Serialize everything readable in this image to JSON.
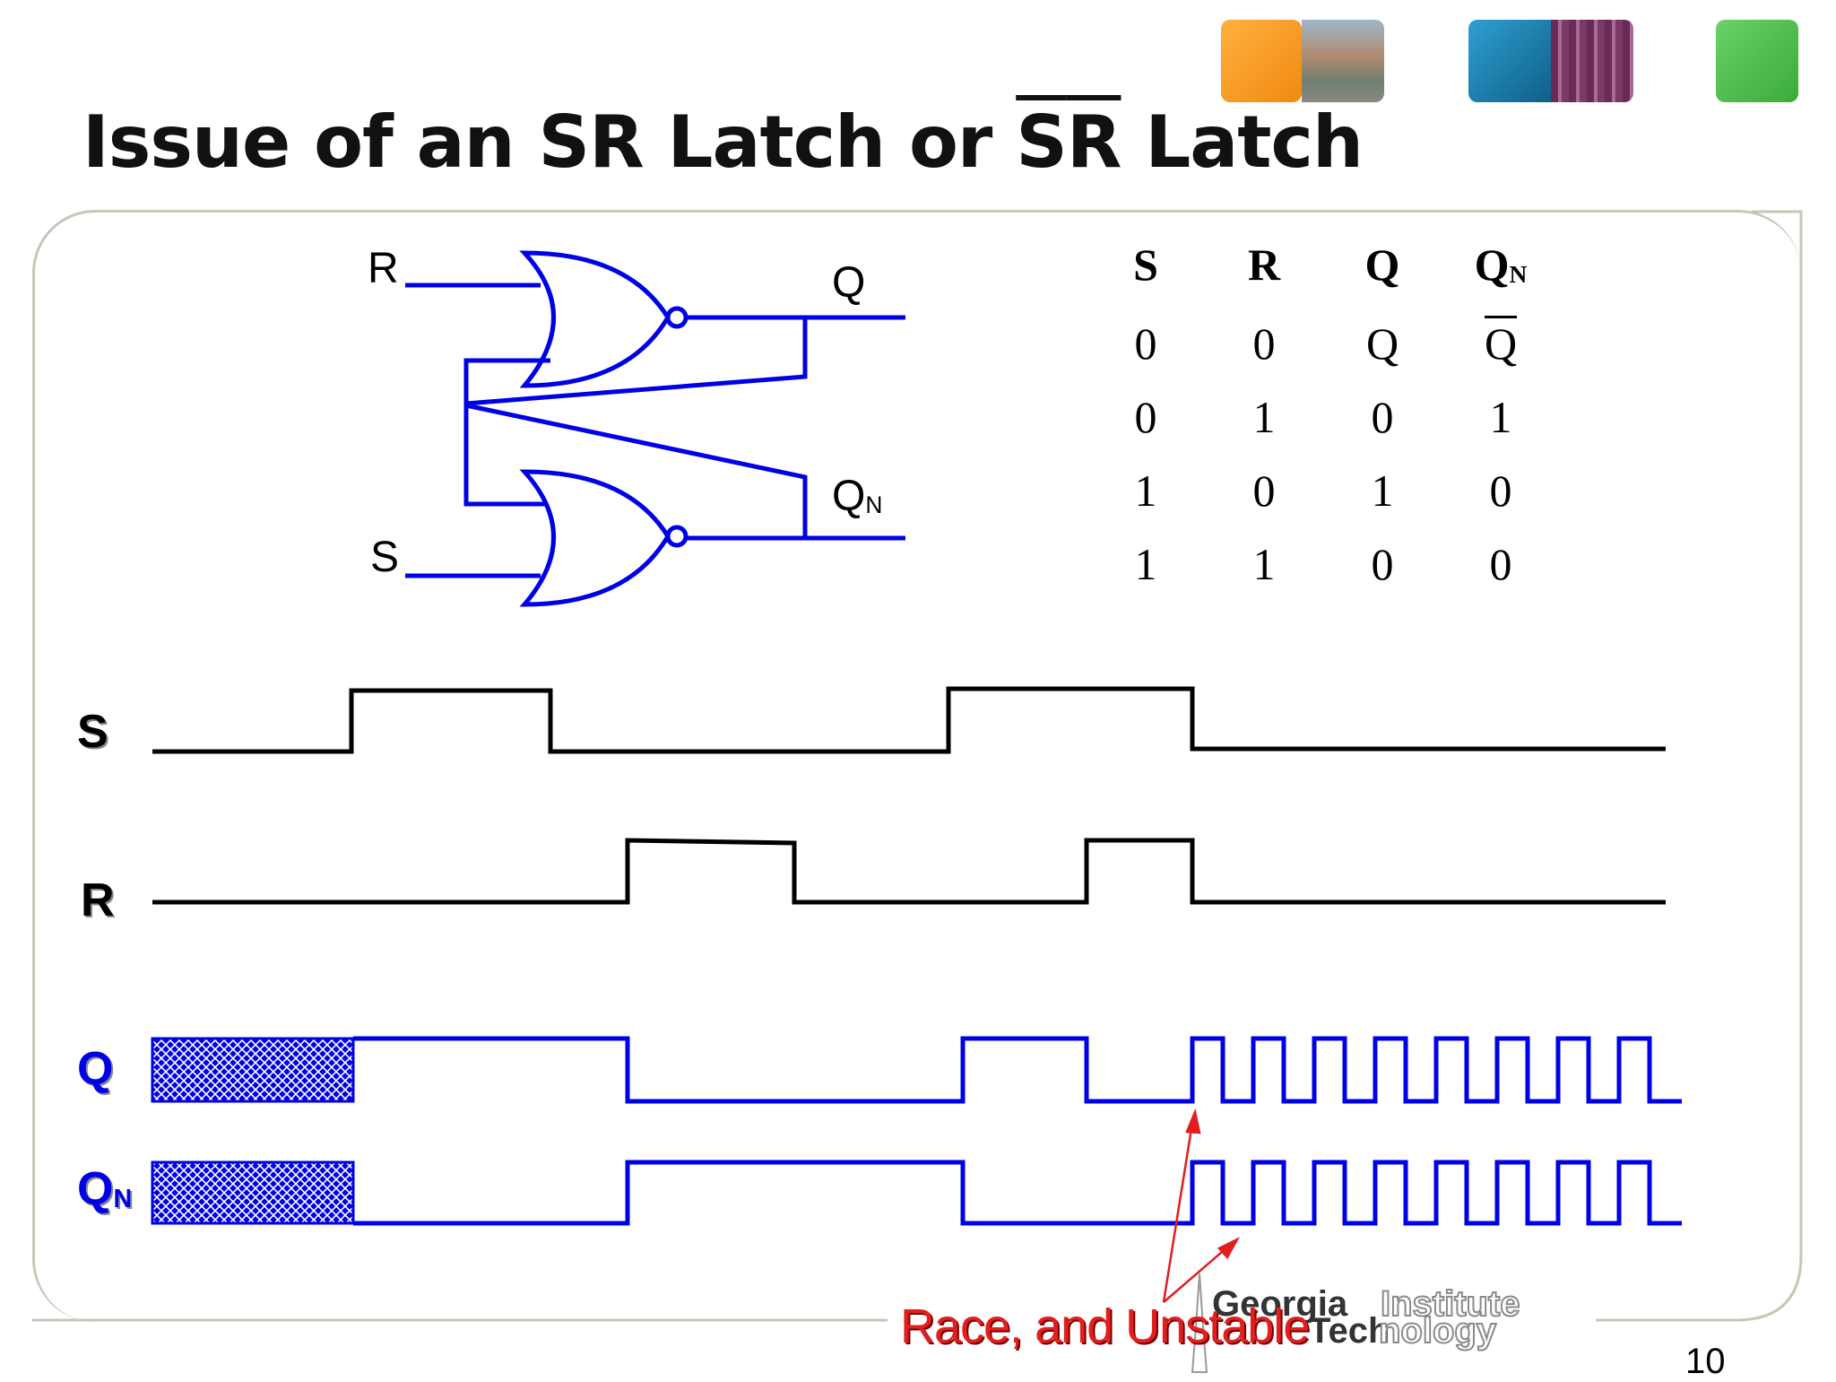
{
  "slide": {
    "title_prefix": "Issue of an SR Latch or ",
    "title_bar_s": "S",
    "title_bar_r": "R",
    "title_suffix": " Latch",
    "page_number": "10"
  },
  "circuit": {
    "input_r": "R",
    "input_s": "S",
    "output_q": "Q",
    "output_qn_main": "Q",
    "output_qn_sub": "N",
    "wire_color": "#0000e6"
  },
  "truth_table": {
    "headers": [
      "S",
      "R",
      "Q",
      "Q"
    ],
    "header_qn_sub": "N",
    "rows": [
      [
        "0",
        "0",
        "Q",
        "Q"
      ],
      [
        "0",
        "1",
        "0",
        "1"
      ],
      [
        "1",
        "0",
        "1",
        "0"
      ],
      [
        "1",
        "1",
        "0",
        "0"
      ]
    ],
    "overlined_cell": "row0-col3"
  },
  "timing": {
    "signals": {
      "s": "S",
      "r": "R",
      "q": "Q",
      "qn_main": "Q",
      "qn_sub": "N"
    },
    "input_color": "#000000",
    "output_color": "#0000e6",
    "annotation": "Race, and Unstable",
    "annotation_color": "#e21e1e"
  },
  "logo": {
    "line1a": "Georgia",
    "line1b": "Institute",
    "line2a": "Tech",
    "line2b": "nology"
  },
  "header_tiles": {
    "colors": [
      "#f39a20",
      "#8aa0a8",
      "#1a7fb0",
      "#8a3a6a",
      "#4cc04c"
    ]
  }
}
